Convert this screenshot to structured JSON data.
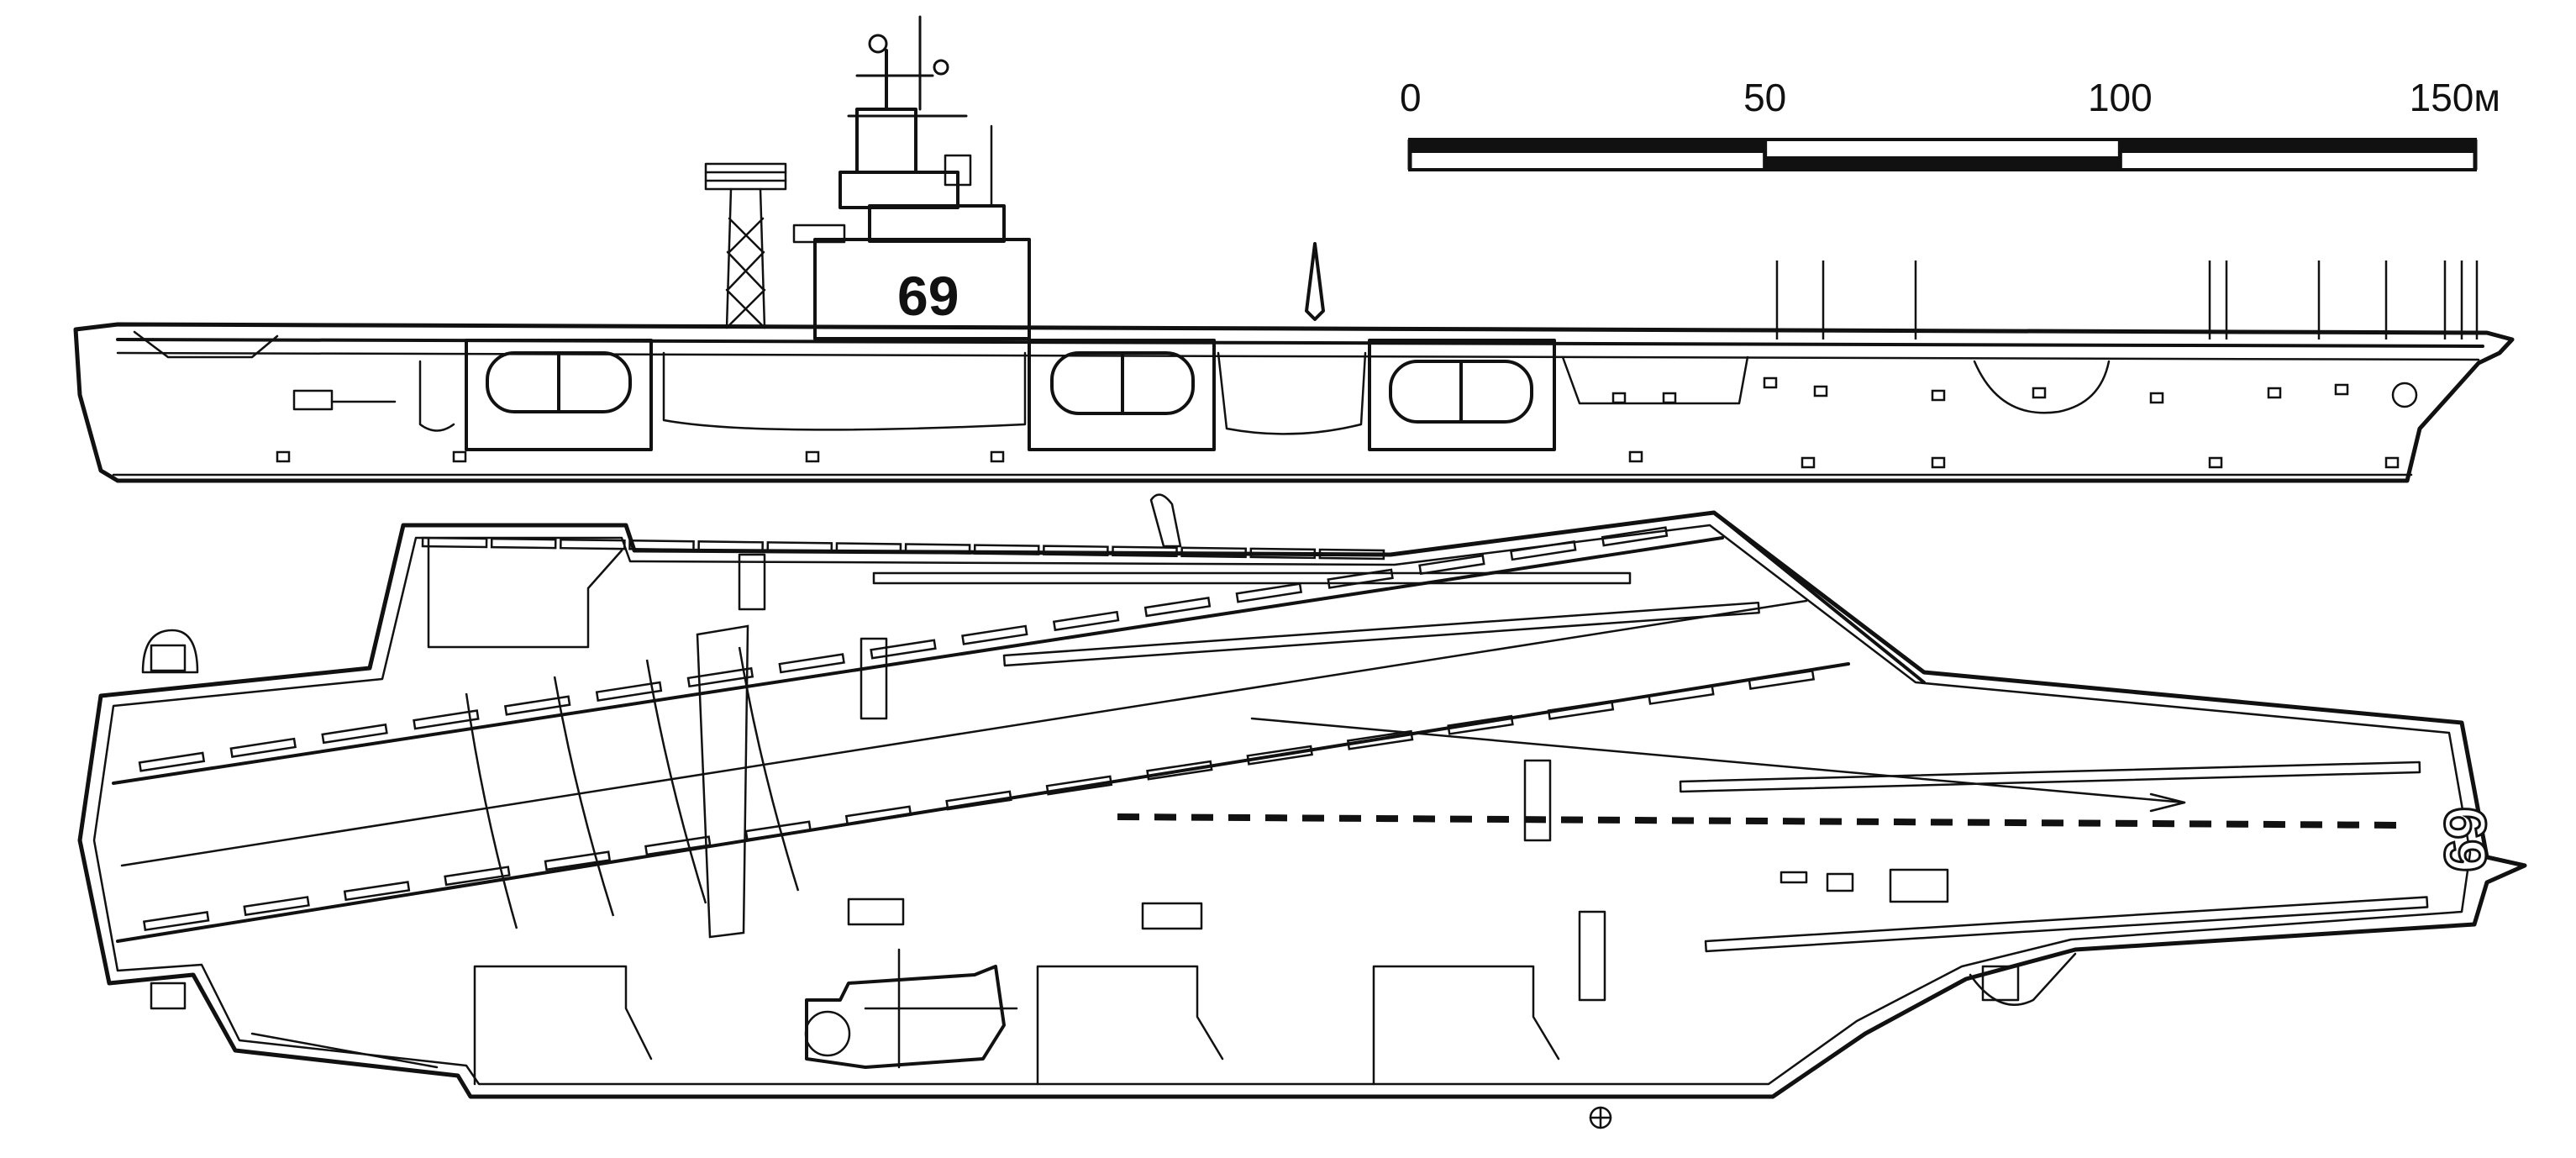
{
  "scale_bar": {
    "ticks": [
      {
        "label": "0",
        "value": 0
      },
      {
        "label": "50",
        "value": 50
      },
      {
        "label": "100",
        "value": 100
      },
      {
        "label": "150м",
        "value": 150
      }
    ],
    "max_value": 150
  },
  "side_view": {
    "island_hull_number": "69"
  },
  "plan_view": {
    "deck_hull_number": "69"
  },
  "colors": {
    "ink": "#111111",
    "paper": "#ffffff"
  }
}
